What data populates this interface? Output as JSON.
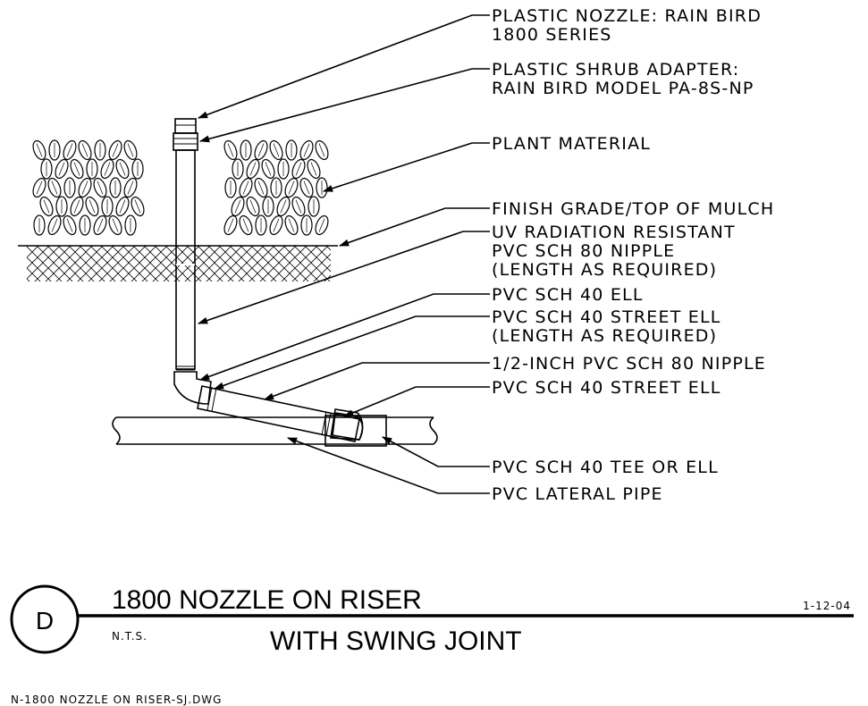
{
  "callouts": [
    {
      "lines": [
        "PLASTIC NOZZLE: RAIN BIRD",
        "  1800 SERIES"
      ]
    },
    {
      "lines": [
        "PLASTIC SHRUB ADAPTER:",
        "  RAIN BIRD MODEL PA-8S-NP"
      ]
    },
    {
      "lines": [
        "PLANT MATERIAL"
      ]
    },
    {
      "lines": [
        "FINISH GRADE/TOP OF MULCH"
      ]
    },
    {
      "lines": [
        "UV RADIATION RESISTANT",
        " PVC SCH 80 NIPPLE",
        " (LENGTH AS REQUIRED)"
      ]
    },
    {
      "lines": [
        "PVC SCH 40 ELL"
      ]
    },
    {
      "lines": [
        "PVC SCH 40 STREET ELL",
        "  (LENGTH AS REQUIRED)"
      ]
    },
    {
      "lines": [
        "1/2-INCH PVC SCH 80 NIPPLE"
      ]
    },
    {
      "lines": [
        "PVC SCH 40 STREET ELL"
      ]
    },
    {
      "lines": [
        "PVC SCH 40 TEE OR ELL"
      ]
    },
    {
      "lines": [
        "PVC LATERAL PIPE"
      ]
    }
  ],
  "title_block": {
    "detail_letter": "D",
    "title_line1": "1800 NOZZLE ON RISER",
    "title_line2": "WITH SWING JOINT",
    "scale": "N.T.S.",
    "date": "1-12-04"
  },
  "filename": "N-1800 NOZZLE ON RISER-SJ.DWG",
  "colors": {
    "ink": "#000000",
    "background": "#ffffff"
  }
}
